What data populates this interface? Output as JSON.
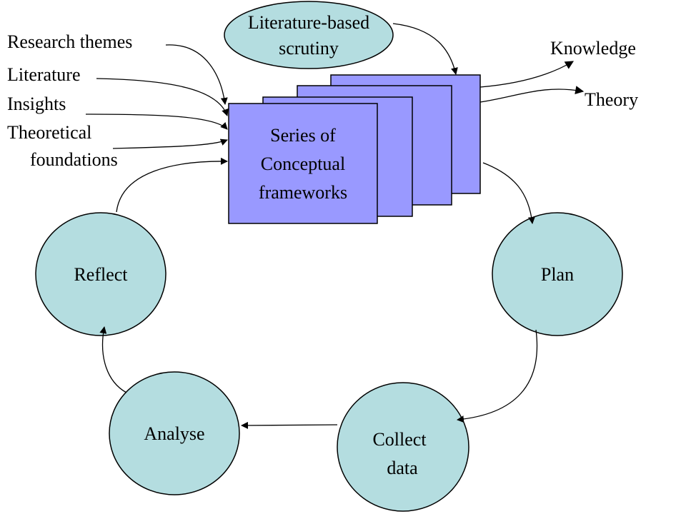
{
  "colors": {
    "node_fill": "#b4dde0",
    "frame_fill": "#9999ff",
    "stroke": "#000000",
    "background": "#ffffff"
  },
  "scrutiny": {
    "line1": "Literature-based",
    "line2": "scrutiny"
  },
  "inputs": {
    "research_themes": "Research themes",
    "literature": "Literature",
    "insights": "Insights",
    "theoretical_line1": "Theoretical",
    "theoretical_line2": "foundations"
  },
  "frames": {
    "line1": "Series of",
    "line2": "Conceptual",
    "line3": "frameworks"
  },
  "outputs": {
    "knowledge": "Knowledge",
    "theory": "Theory"
  },
  "cycle": {
    "plan": "Plan",
    "collect_line1": "Collect",
    "collect_line2": "data",
    "analyse": "Analyse",
    "reflect": "Reflect"
  }
}
